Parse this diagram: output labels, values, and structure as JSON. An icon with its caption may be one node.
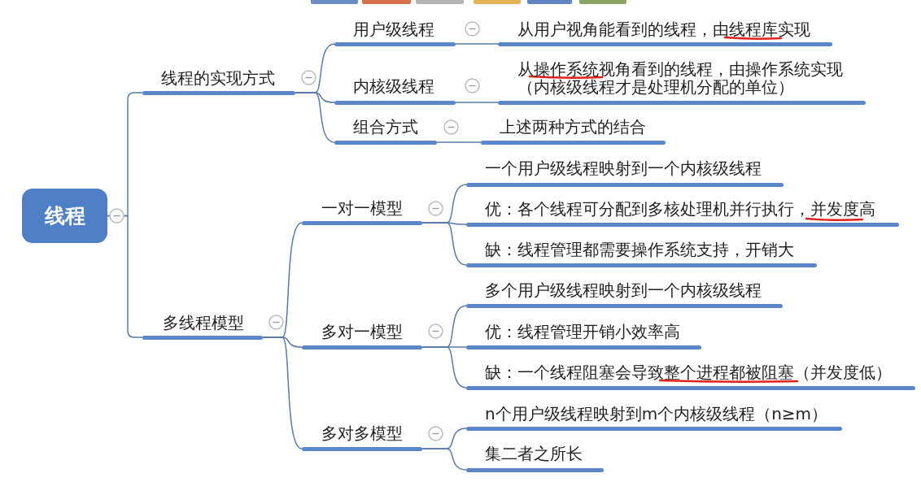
{
  "diagram": {
    "nodes": [
      {
        "text": [
          "线程"
        ]
      },
      {
        "text": [
          "线程的实现方式"
        ]
      },
      {
        "text": [
          "用户级线程"
        ]
      },
      {
        "text": [
          "从用户视角能看到的线程，由线程库实现"
        ]
      },
      {
        "text": [
          "内核级线程"
        ]
      },
      {
        "text": [
          "从操作系统视角看到的线程，由操作系统实现（内核级线程才是处理机分配的单位）"
        ]
      },
      {
        "text": [
          "组合方式"
        ]
      },
      {
        "text": [
          "上述两种方式的结合"
        ]
      },
      {
        "text": [
          "多线程模型"
        ]
      },
      {
        "text": [
          "一对一模型"
        ]
      },
      {
        "text": [
          "一个用户级线程映射到一个内核级线程"
        ]
      },
      {
        "text": [
          "优：各个线程可分配到多核处理机并行执行，并发度高"
        ]
      },
      {
        "text": [
          "缺：线程管理都需要操作系统支持，开销大"
        ]
      },
      {
        "text": [
          "多对一模型"
        ]
      },
      {
        "text": [
          "多个用户级线程映射到一个内核级线程"
        ]
      },
      {
        "text": [
          "优：线程管理开销小效率高"
        ]
      },
      {
        "text": [
          "缺：一个线程阻塞会导致整个进程都被阻塞（并发度低）"
        ]
      },
      {
        "text": [
          "多对多模型"
        ]
      },
      {
        "text": [
          "n个用户级线程映射到m个内核级线程（n≥m）"
        ]
      },
      {
        "text": [
          "集二者之所长"
        ]
      }
    ],
    "edges": [
      {
        "from": 0,
        "to": 1,
        "arrow": "none"
      },
      {
        "from": 0,
        "to": 8,
        "arrow": "none"
      },
      {
        "from": 1,
        "to": 2,
        "arrow": "none"
      },
      {
        "from": 1,
        "to": 4,
        "arrow": "none"
      },
      {
        "from": 1,
        "to": 6,
        "arrow": "none"
      },
      {
        "from": 2,
        "to": 3,
        "arrow": "none"
      },
      {
        "from": 4,
        "to": 5,
        "arrow": "none"
      },
      {
        "from": 6,
        "to": 7,
        "arrow": "none"
      },
      {
        "from": 8,
        "to": 9,
        "arrow": "none"
      },
      {
        "from": 8,
        "to": 13,
        "arrow": "none"
      },
      {
        "from": 8,
        "to": 17,
        "arrow": "none"
      },
      {
        "from": 9,
        "to": 10,
        "arrow": "none"
      },
      {
        "from": 9,
        "to": 11,
        "arrow": "none"
      },
      {
        "from": 9,
        "to": 12,
        "arrow": "none"
      },
      {
        "from": 13,
        "to": 14,
        "arrow": "none"
      },
      {
        "from": 13,
        "to": 15,
        "arrow": "none"
      },
      {
        "from": 13,
        "to": 16,
        "arrow": "none"
      },
      {
        "from": 17,
        "to": 18,
        "arrow": "none"
      },
      {
        "from": 17,
        "to": 19,
        "arrow": "none"
      }
    ]
  }
}
